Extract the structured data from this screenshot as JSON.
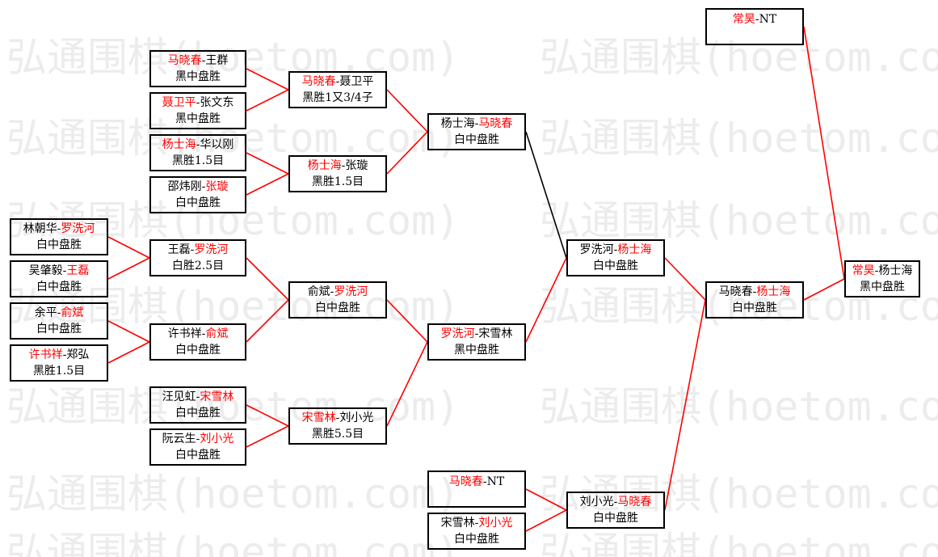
{
  "watermark": {
    "text": "弘通围棋(hoetom.com)"
  },
  "colors": {
    "winner": "#ff0000",
    "line_win": "#ff0000",
    "line_loss": "#000000"
  },
  "matches": {
    "m1": {
      "a": "马晓春",
      "b": "王群",
      "winner": "a",
      "result": "黑中盘胜"
    },
    "m2": {
      "a": "聂卫平",
      "b": "张文东",
      "winner": "a",
      "result": "黑中盘胜"
    },
    "m3": {
      "a": "杨士海",
      "b": "华以刚",
      "winner": "a",
      "result": "黑胜1.5目"
    },
    "m4": {
      "a": "邵炜刚",
      "b": "张璇",
      "winner": "b",
      "result": "白中盘胜"
    },
    "m5": {
      "a": "林朝华",
      "b": "罗洗河",
      "winner": "b",
      "result": "白中盘胜"
    },
    "m6": {
      "a": "吴肇毅",
      "b": "王磊",
      "winner": "b",
      "result": "白中盘胜"
    },
    "m7": {
      "a": "余平",
      "b": "俞斌",
      "winner": "b",
      "result": "白中盘胜"
    },
    "m8": {
      "a": "许书祥",
      "b": "郑弘",
      "winner": "a",
      "result": "黑胜1.5目"
    },
    "m9": {
      "a": "汪见虹",
      "b": "宋雪林",
      "winner": "b",
      "result": "白中盘胜"
    },
    "m10": {
      "a": "阮云生",
      "b": "刘小光",
      "winner": "b",
      "result": "白中盘胜"
    },
    "m11": {
      "a": "马晓春",
      "b": "聂卫平",
      "winner": "a",
      "result": "黑胜1又3/4子"
    },
    "m12": {
      "a": "杨士海",
      "b": "张璇",
      "winner": "a",
      "result": "黑胜1.5目"
    },
    "m13": {
      "a": "王磊",
      "b": "罗洗河",
      "winner": "b",
      "result": "白胜2.5目"
    },
    "m14": {
      "a": "许书祥",
      "b": "俞斌",
      "winner": "b",
      "result": "白中盘胜"
    },
    "m15": {
      "a": "俞斌",
      "b": "罗洗河",
      "winner": "b",
      "result": "白中盘胜"
    },
    "m16": {
      "a": "宋雪林",
      "b": "刘小光",
      "winner": "a",
      "result": "黑胜5.5目"
    },
    "m17": {
      "a": "杨士海",
      "b": "马晓春",
      "winner": "b",
      "result": "白中盘胜"
    },
    "m18": {
      "a": "罗洗河",
      "b": "宋雪林",
      "winner": "a",
      "result": "黑中盘胜"
    },
    "m19": {
      "a": "罗洗河",
      "b": "杨士海",
      "winner": "b",
      "result": "白中盘胜"
    },
    "m20": {
      "a": "马晓春",
      "b": "NT",
      "winner": "a",
      "result": ""
    },
    "m21": {
      "a": "宋雪林",
      "b": "刘小光",
      "winner": "b",
      "result": "白中盘胜"
    },
    "m22": {
      "a": "刘小光",
      "b": "马晓春",
      "winner": "b",
      "result": "白中盘胜"
    },
    "m23": {
      "a": "马晓春",
      "b": "杨士海",
      "winner": "b",
      "result": "白中盘胜"
    },
    "m24": {
      "a": "常昊",
      "b": "NT",
      "winner": "a",
      "result": ""
    },
    "m25": {
      "a": "常昊",
      "b": "杨士海",
      "winner": "a",
      "result": "黑中盘胜"
    }
  }
}
